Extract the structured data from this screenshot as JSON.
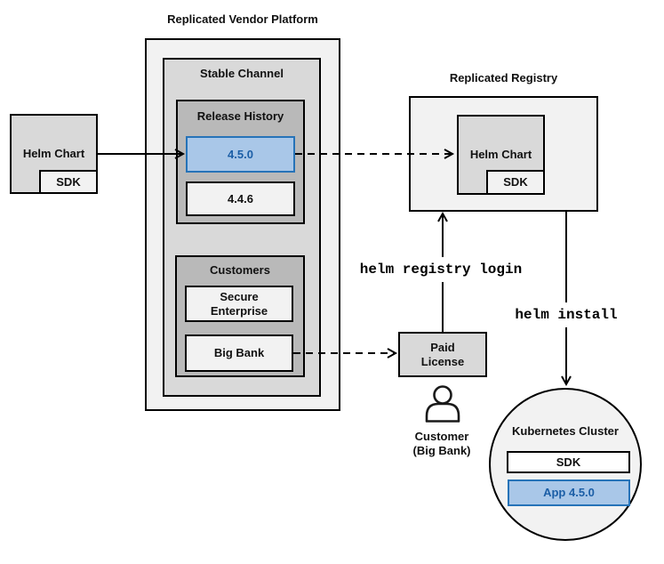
{
  "platform": {
    "title": "Replicated Vendor Platform",
    "stable_channel": {
      "title": "Stable Channel",
      "release_history": {
        "title": "Release History",
        "releases": [
          {
            "version": "4.5.0",
            "highlighted": true
          },
          {
            "version": "4.4.6",
            "highlighted": false
          }
        ]
      },
      "customers": {
        "title": "Customers",
        "items": [
          {
            "name": "Secure Enterprise"
          },
          {
            "name": "Big Bank"
          }
        ]
      }
    }
  },
  "source_chart": {
    "label": "Helm Chart",
    "sdk": "SDK"
  },
  "registry": {
    "title": "Replicated Registry",
    "chart_label": "Helm Chart",
    "sdk": "SDK"
  },
  "paid_license": {
    "line1": "Paid",
    "line2": "License"
  },
  "customer": {
    "line1": "Customer",
    "line2": "(Big Bank)"
  },
  "commands": {
    "login": "helm registry login",
    "install": "helm install"
  },
  "cluster": {
    "title": "Kubernetes Cluster",
    "sdk": "SDK",
    "app": "App 4.5.0"
  },
  "icons": {
    "customer": "person-outline-icon"
  },
  "colors": {
    "highlight_fill": "#a9c7e8",
    "highlight_border": "#2673b8",
    "highlight_text": "#1b5ea6",
    "box_light": "#f2f2f2",
    "box_mid": "#d9d9d9",
    "box_dark": "#b9b9b9",
    "line": "#000000"
  }
}
